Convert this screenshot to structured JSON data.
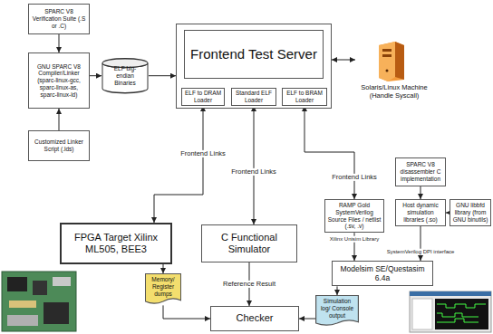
{
  "diagram": {
    "nodes": [
      {
        "text": [
          "SPARC V8 Verification Suite (.S or .C)"
        ]
      },
      {
        "text": [
          "GNU SPARC V8 Compiler/Linker (sparc-linux-gcc, sparc-linux-as, sparc-linux-ld)"
        ]
      },
      {
        "text": [
          "ELF big-endian Binaries"
        ]
      },
      {
        "text": [
          "Frontend Test Server"
        ]
      },
      {
        "text": [
          "ELF to DRAM Loader"
        ],
        "in": 3
      },
      {
        "text": [
          "Standard ELF Loader"
        ],
        "in": 3
      },
      {
        "text": [
          "ELF to BRAM Loader"
        ],
        "in": 3
      },
      {
        "text": [
          "Solaris/Linux Machine (Handle Syscall)"
        ]
      },
      {
        "text": [
          "Customized Linker Script (.lds)"
        ]
      },
      {
        "text": [
          "SPARC V8 disassembler C implementation"
        ]
      },
      {
        "text": [
          "FPGA Target Xilinx ML505, BEE3"
        ]
      },
      {
        "text": [
          "C Functional Simulator"
        ]
      },
      {
        "text": [
          "RAMP Gold SystemVerilog Source Files / netlist (.sv, .v)"
        ]
      },
      {
        "text": [
          "Host dynamic simulation libraries (.so)"
        ]
      },
      {
        "text": [
          "GNU libbfd library (from GNU binutils)"
        ]
      },
      {
        "text": [
          "Modelsim SE/Questasim 6.4a"
        ]
      },
      {
        "text": [
          "Memory/ Register dumps"
        ]
      },
      {
        "text": [
          "Simulation log/ Console output"
        ]
      },
      {
        "text": [
          "Checker"
        ]
      }
    ],
    "edges": [
      {
        "from": 0,
        "to": 1,
        "arrow": "to"
      },
      {
        "from": 8,
        "to": 1,
        "arrow": "to"
      },
      {
        "from": 1,
        "to": 2,
        "arrow": "to"
      },
      {
        "from": 2,
        "to": 3,
        "arrow": "to"
      },
      {
        "from": 3,
        "to": 7,
        "arrow": "both"
      },
      {
        "from": 4,
        "to": 10,
        "label": "Frontend Links",
        "arrow": "both"
      },
      {
        "from": 5,
        "to": 11,
        "label": "Frontend Links",
        "arrow": "both"
      },
      {
        "from": 6,
        "to": 12,
        "label": "Frontend Links",
        "arrow": "both"
      },
      {
        "from": 12,
        "to": 15,
        "label": "Xilinx Unisim Library",
        "arrow": "to"
      },
      {
        "from": 13,
        "to": 15,
        "label": "SystemVerilog DPI interface",
        "arrow": "to"
      },
      {
        "from": 9,
        "to": 13,
        "arrow": "to"
      },
      {
        "from": 14,
        "to": 13,
        "arrow": "to"
      },
      {
        "from": 10,
        "to": 16,
        "arrow": "to"
      },
      {
        "from": 16,
        "to": 18,
        "arrow": "to"
      },
      {
        "from": 15,
        "to": 17,
        "arrow": "to"
      },
      {
        "from": 17,
        "to": 18,
        "arrow": "to"
      },
      {
        "from": 11,
        "to": 18,
        "label": "Reference Result",
        "arrow": "to"
      }
    ]
  }
}
